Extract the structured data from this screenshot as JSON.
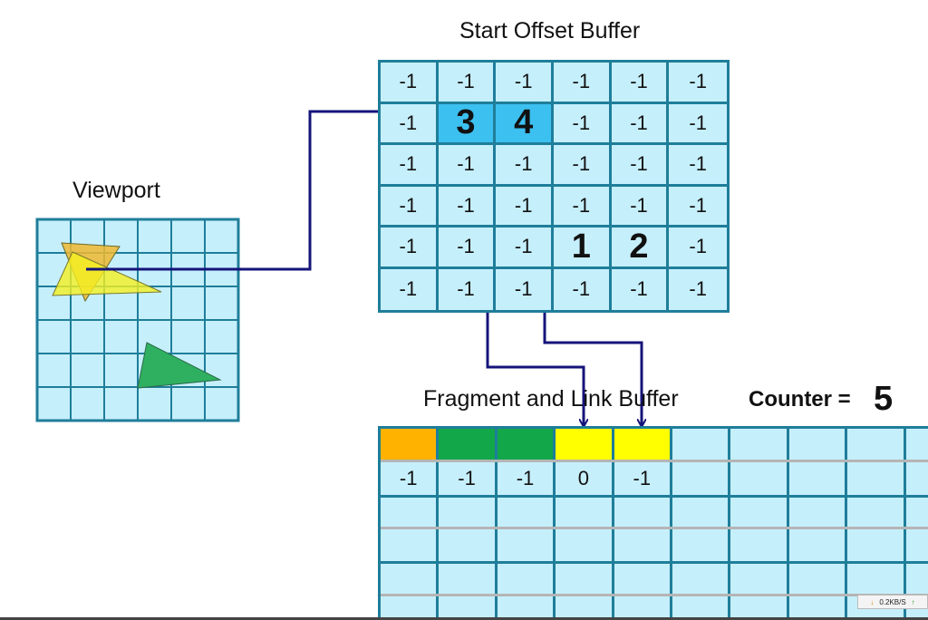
{
  "labels": {
    "start_offset_buffer": "Start Offset Buffer",
    "viewport": "Viewport",
    "fragment_link_buffer": "Fragment and Link Buffer",
    "counter_label": "Counter =",
    "counter_value": "5"
  },
  "start_offset_buffer": {
    "rows": [
      [
        "-1",
        "-1",
        "-1",
        "-1",
        "-1",
        "-1"
      ],
      [
        "-1",
        "3",
        "4",
        "-1",
        "-1",
        "-1"
      ],
      [
        "-1",
        "-1",
        "-1",
        "-1",
        "-1",
        "-1"
      ],
      [
        "-1",
        "-1",
        "-1",
        "-1",
        "-1",
        "-1"
      ],
      [
        "-1",
        "-1",
        "-1",
        "1",
        "2",
        "-1"
      ],
      [
        "-1",
        "-1",
        "-1",
        "-1",
        "-1",
        "-1"
      ]
    ],
    "highlighted": [
      [
        1,
        1
      ],
      [
        1,
        2
      ]
    ],
    "bold": [
      [
        1,
        1
      ],
      [
        1,
        2
      ],
      [
        4,
        3
      ],
      [
        4,
        4
      ]
    ]
  },
  "fragment_link_buffer": {
    "fragment_colors": [
      "#ffb300",
      "#12a84a",
      "#12a84a",
      "#ffff00",
      "#ffff00",
      "",
      "",
      "",
      "",
      ""
    ],
    "links": [
      "-1",
      "-1",
      "-1",
      "0",
      "-1",
      "",
      "",
      "",
      "",
      ""
    ]
  },
  "colors": {
    "grid_fill": "#c6effc",
    "grid_line": "#1f7e9a",
    "arrow": "#15147a",
    "separator": "#b5b5b5"
  },
  "status": {
    "speed": "0.2KB/S"
  }
}
